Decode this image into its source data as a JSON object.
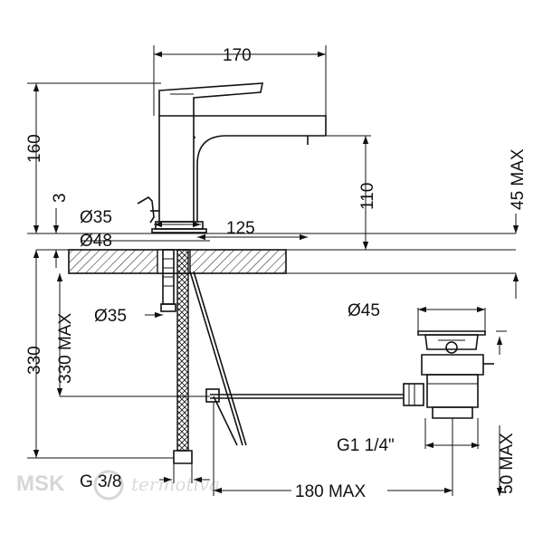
{
  "dimensions": {
    "top_width": "170",
    "total_height": "160",
    "base_offset": "3",
    "spout_height": "110",
    "reach": "125",
    "counter_max": "45 MAX",
    "dia_top": "Ø35",
    "dia_base": "Ø48",
    "dia_below": "Ø35",
    "below_total": "330",
    "below_max": "330 MAX",
    "waste_dia": "Ø45",
    "waste_thread": "G1 1/4\"",
    "hose_thread": "G 3/8",
    "rod_max": "180 MAX",
    "waste_max": "50 MAX"
  },
  "watermark": {
    "brand": "MSK",
    "script": "termotiva"
  }
}
